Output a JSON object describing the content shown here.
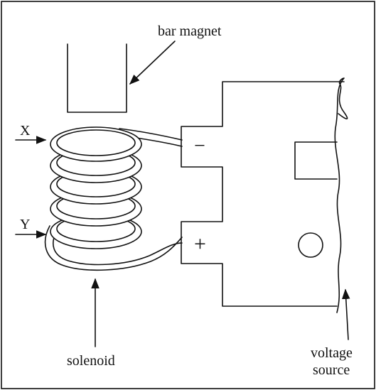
{
  "labels": {
    "bar_magnet": "bar magnet",
    "x_marker": "X",
    "y_marker": "Y",
    "solenoid": "solenoid",
    "voltage_line1": "voltage",
    "voltage_line2": "source",
    "negative_terminal": "−",
    "positive_terminal": "+"
  },
  "colors": {
    "ink": "#111111",
    "background": "#ffffff"
  }
}
